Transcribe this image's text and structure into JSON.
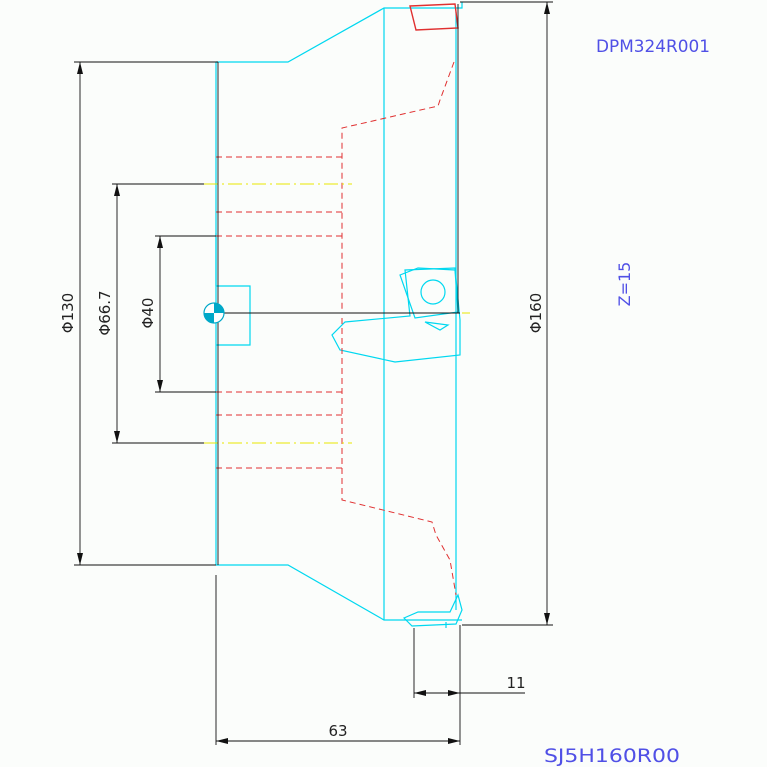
{
  "drawing": {
    "insert_code": "DPM324R001",
    "teeth": "Z=15",
    "cutter_code": "SJ5H160R00"
  },
  "dimensions": {
    "d130": "Φ130",
    "d66_7": "Φ66.7",
    "d40": "Φ40",
    "d160": "Φ160",
    "h63": "63",
    "h11": "11"
  },
  "colors": {
    "outline": "#00d8f0",
    "hidden": "#e03030",
    "dimension": "#111111",
    "center": "#e8e800",
    "label": "#5050e6"
  }
}
